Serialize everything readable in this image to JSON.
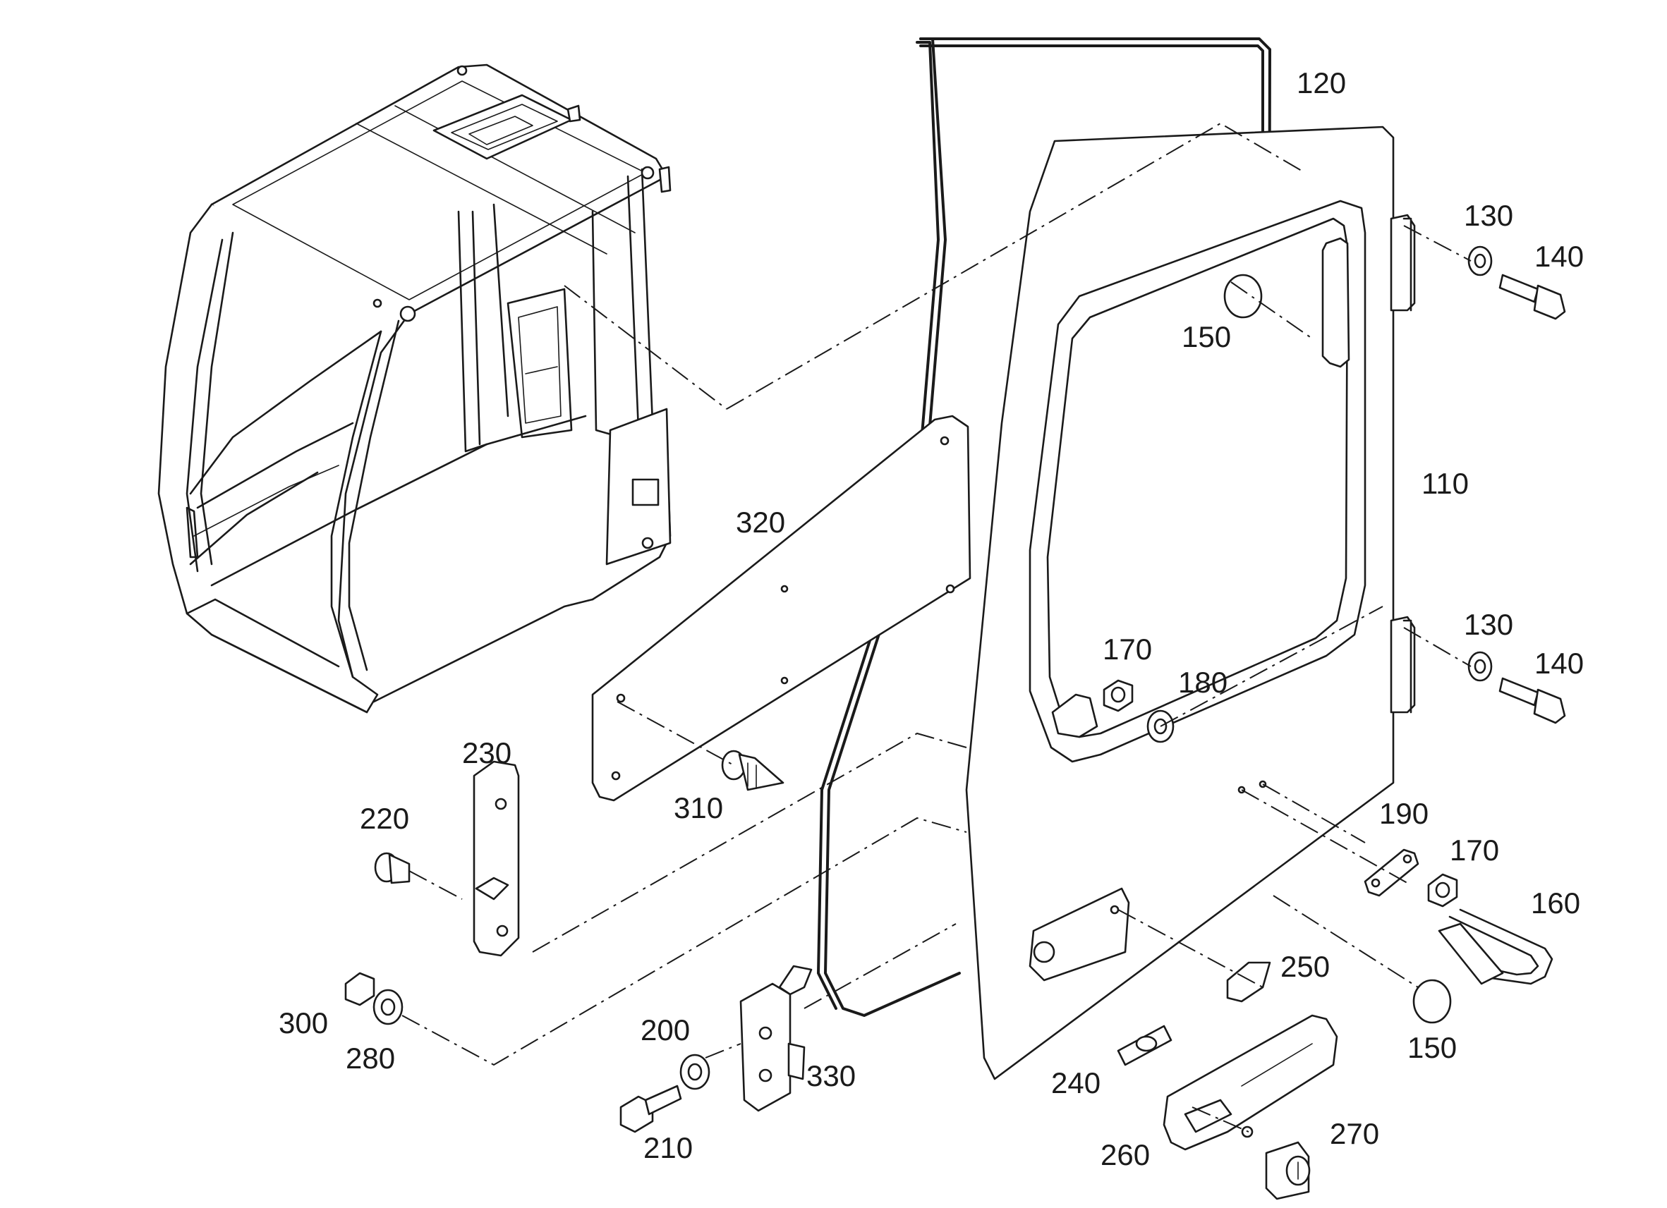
{
  "callouts": [
    {
      "id": "c120",
      "text": "120"
    },
    {
      "id": "c130a",
      "text": "130"
    },
    {
      "id": "c140a",
      "text": "140"
    },
    {
      "id": "c150a",
      "text": "150"
    },
    {
      "id": "c110",
      "text": "110"
    },
    {
      "id": "c320",
      "text": "320"
    },
    {
      "id": "c130b",
      "text": "130"
    },
    {
      "id": "c140b",
      "text": "140"
    },
    {
      "id": "c170a",
      "text": "170"
    },
    {
      "id": "c180",
      "text": "180"
    },
    {
      "id": "c230",
      "text": "230"
    },
    {
      "id": "c220",
      "text": "220"
    },
    {
      "id": "c310",
      "text": "310"
    },
    {
      "id": "c190",
      "text": "190"
    },
    {
      "id": "c170b",
      "text": "170"
    },
    {
      "id": "c160",
      "text": "160"
    },
    {
      "id": "c300",
      "text": "300"
    },
    {
      "id": "c280",
      "text": "280"
    },
    {
      "id": "c200",
      "text": "200"
    },
    {
      "id": "c250",
      "text": "250"
    },
    {
      "id": "c330",
      "text": "330"
    },
    {
      "id": "c150b",
      "text": "150"
    },
    {
      "id": "c240",
      "text": "240"
    },
    {
      "id": "c210",
      "text": "210"
    },
    {
      "id": "c270",
      "text": "270"
    },
    {
      "id": "c260",
      "text": "260"
    }
  ]
}
